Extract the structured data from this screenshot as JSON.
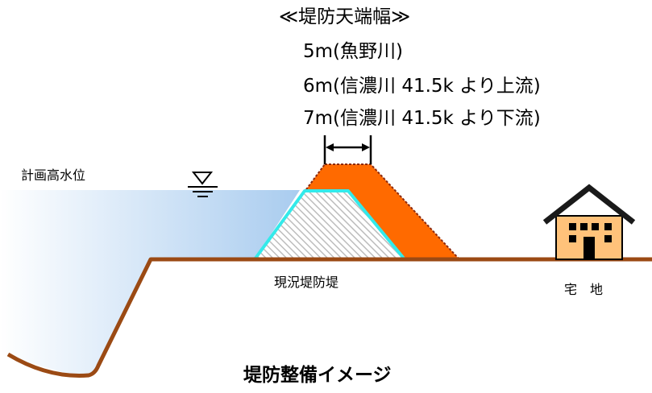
{
  "crest_width": {
    "heading": "≪堤防天端幅≫",
    "lines": [
      "5m(魚野川)",
      "6m(信濃川 41.5k より上流)",
      "7m(信濃川 41.5k より下流)"
    ]
  },
  "labels": {
    "water_level": "計画高水位",
    "existing_levee": "現況堤防堤",
    "residential": "宅　地"
  },
  "title": "堤防整備イメージ",
  "colors": {
    "ground": "#9b4a14",
    "water_dark": "#a9ccef",
    "water_light": "#ffffff",
    "new_levee": "#ff6a00",
    "new_levee_border": "#8b2a10",
    "existing_levee_fill": "#d9d9d9",
    "existing_levee_border": "#33eaea",
    "house_wall": "#ffc27a",
    "house_roof": "#1a1a1a"
  },
  "icons": {
    "water_level_marker": "water-level-triangle-icon",
    "house": "house-icon",
    "dimension": "double-arrow-icon"
  }
}
